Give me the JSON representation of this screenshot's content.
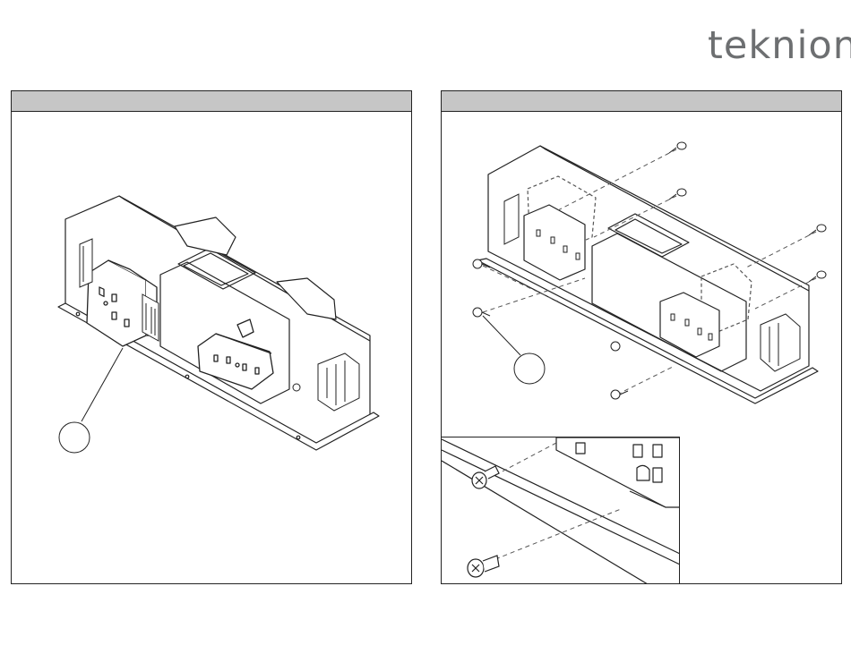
{
  "brand": {
    "logo_text": "teknion",
    "logo_color": "#6d6f71"
  },
  "panels": [
    {
      "id": "step-1",
      "header_text": "",
      "callout_label": ""
    },
    {
      "id": "step-2",
      "header_text": "",
      "callout_label": ""
    }
  ],
  "colors": {
    "header_fill": "#c6c6c6",
    "line": "#222222",
    "dash": "#555555"
  },
  "icons": [
    "duplex-outlet-icon",
    "screw-icon",
    "terminal-block-icon",
    "callout-bubble-icon"
  ]
}
